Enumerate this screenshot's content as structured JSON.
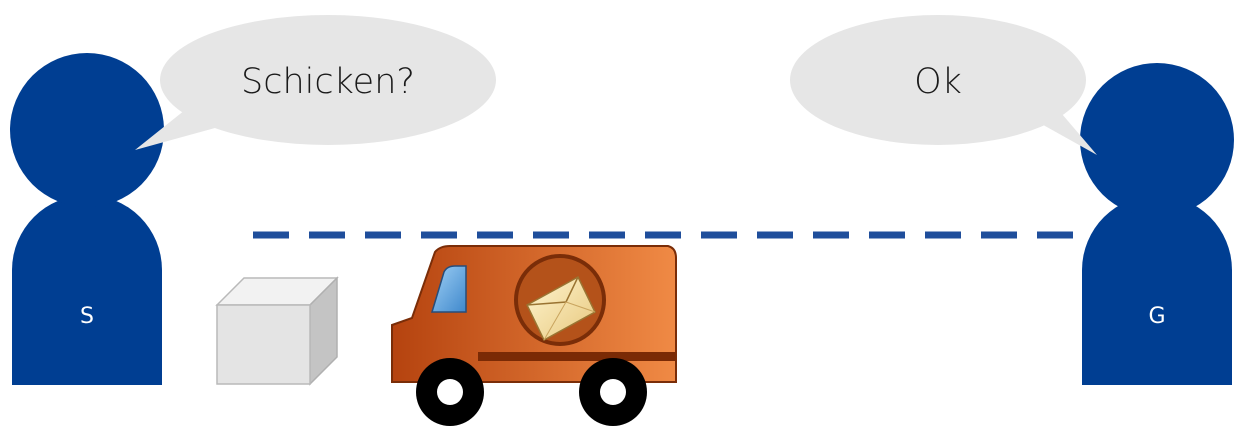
{
  "sender": {
    "label": "S",
    "speech": "Schicken?"
  },
  "receiver": {
    "label": "G",
    "speech": "Ok"
  },
  "colors": {
    "person": "#003e92",
    "bubble": "#e6e6e6",
    "connection": "#1f4e9b",
    "van": "#c9591a",
    "package": "#e0e0e0"
  },
  "icons": {
    "package": "package-box-icon",
    "van": "delivery-van-icon",
    "envelope": "envelope-icon"
  }
}
